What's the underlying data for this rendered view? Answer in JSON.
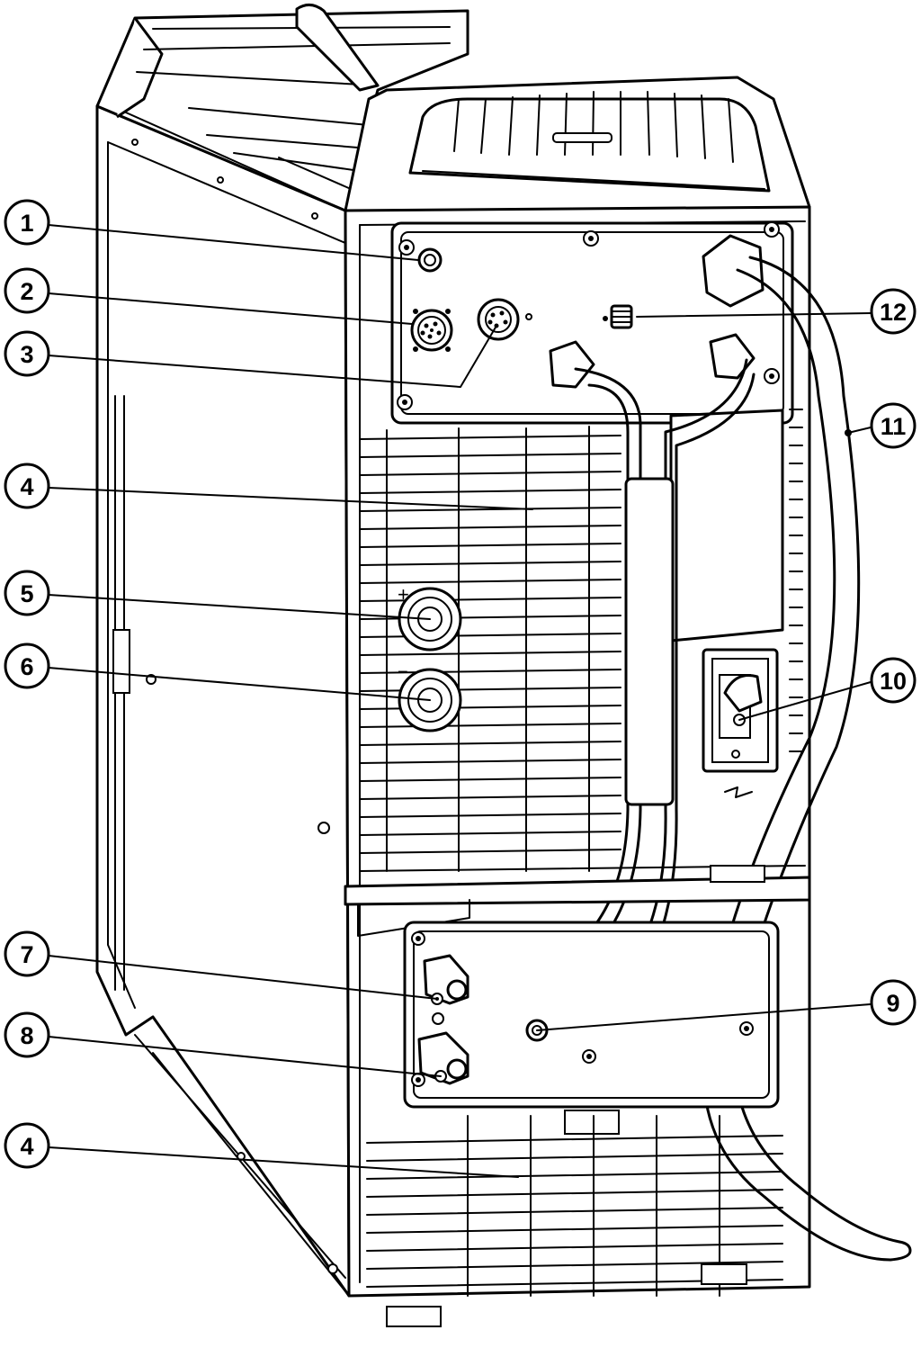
{
  "diagram": {
    "callouts": [
      {
        "id": "c1",
        "label": "1"
      },
      {
        "id": "c2",
        "label": "2"
      },
      {
        "id": "c3",
        "label": "3"
      },
      {
        "id": "c4a",
        "label": "4"
      },
      {
        "id": "c5",
        "label": "5"
      },
      {
        "id": "c6",
        "label": "6"
      },
      {
        "id": "c7",
        "label": "7"
      },
      {
        "id": "c8",
        "label": "8"
      },
      {
        "id": "c4b",
        "label": "4"
      },
      {
        "id": "c9",
        "label": "9"
      },
      {
        "id": "c10",
        "label": "10"
      },
      {
        "id": "c11",
        "label": "11"
      },
      {
        "id": "c12",
        "label": "12"
      }
    ],
    "polarity": {
      "plus": "+",
      "minus": "−"
    }
  }
}
